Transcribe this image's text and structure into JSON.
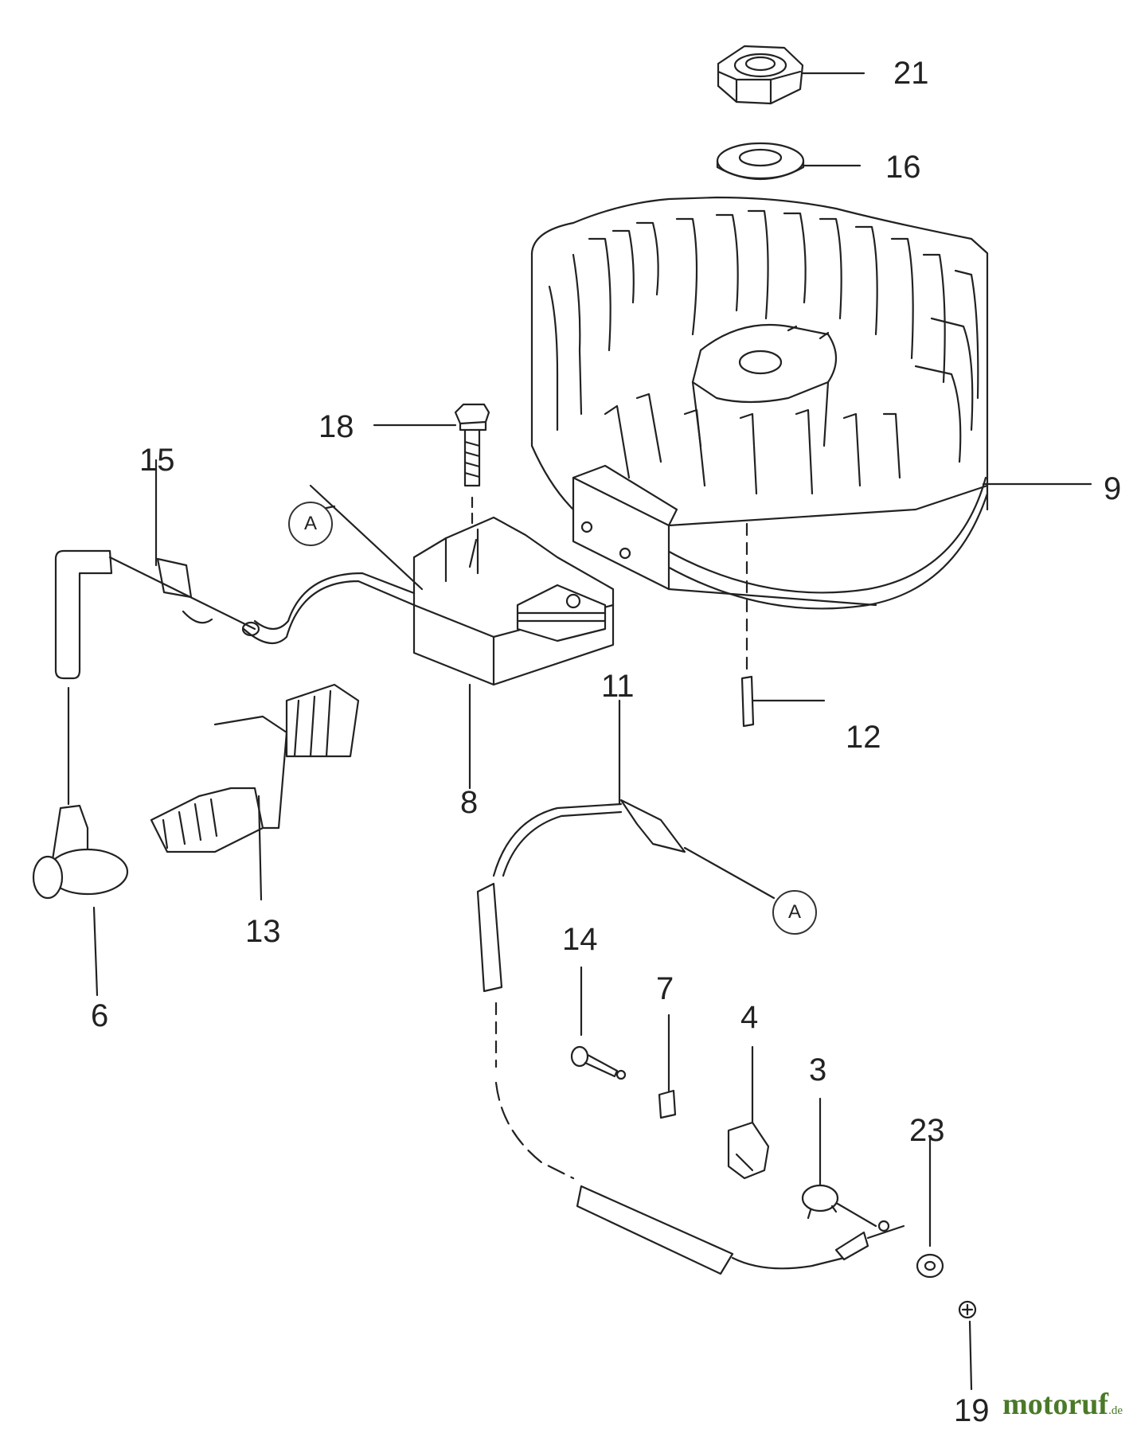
{
  "diagram": {
    "part_numbers": {
      "p21": "21",
      "p16": "16",
      "p9": "9",
      "p18": "18",
      "p15": "15",
      "p8": "8",
      "p11": "11",
      "p12": "12",
      "p13": "13",
      "p6": "6",
      "p14": "14",
      "p7": "7",
      "p4": "4",
      "p3": "3",
      "p23": "23",
      "p19": "19"
    },
    "ref_markers": {
      "a1": "A",
      "a2": "A"
    }
  },
  "watermark": {
    "brand_main": "motoruf",
    "brand_tld": ".de"
  }
}
